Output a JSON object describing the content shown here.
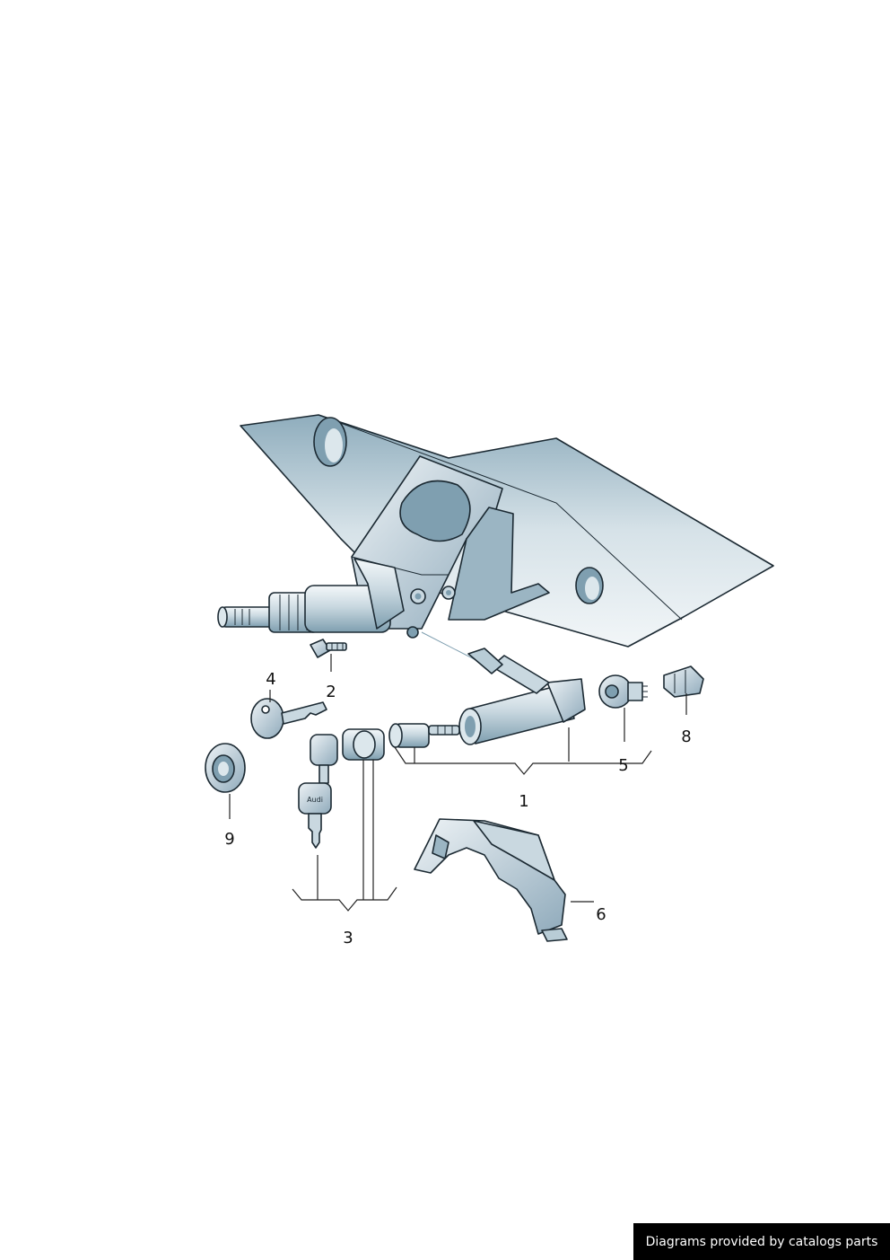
{
  "callouts": {
    "p1": "1",
    "p2": "2",
    "p3": "3",
    "p4": "4",
    "p5": "5",
    "p6": "6",
    "p8": "8",
    "p9": "9"
  },
  "key_text": "Audi",
  "credit": "Diagrams provided by catalogs parts",
  "colors": {
    "fill_light": "#e8eef1",
    "fill_mid": "#b8ccd6",
    "fill_dark": "#7f9fb0",
    "outline": "#1c2a33"
  }
}
